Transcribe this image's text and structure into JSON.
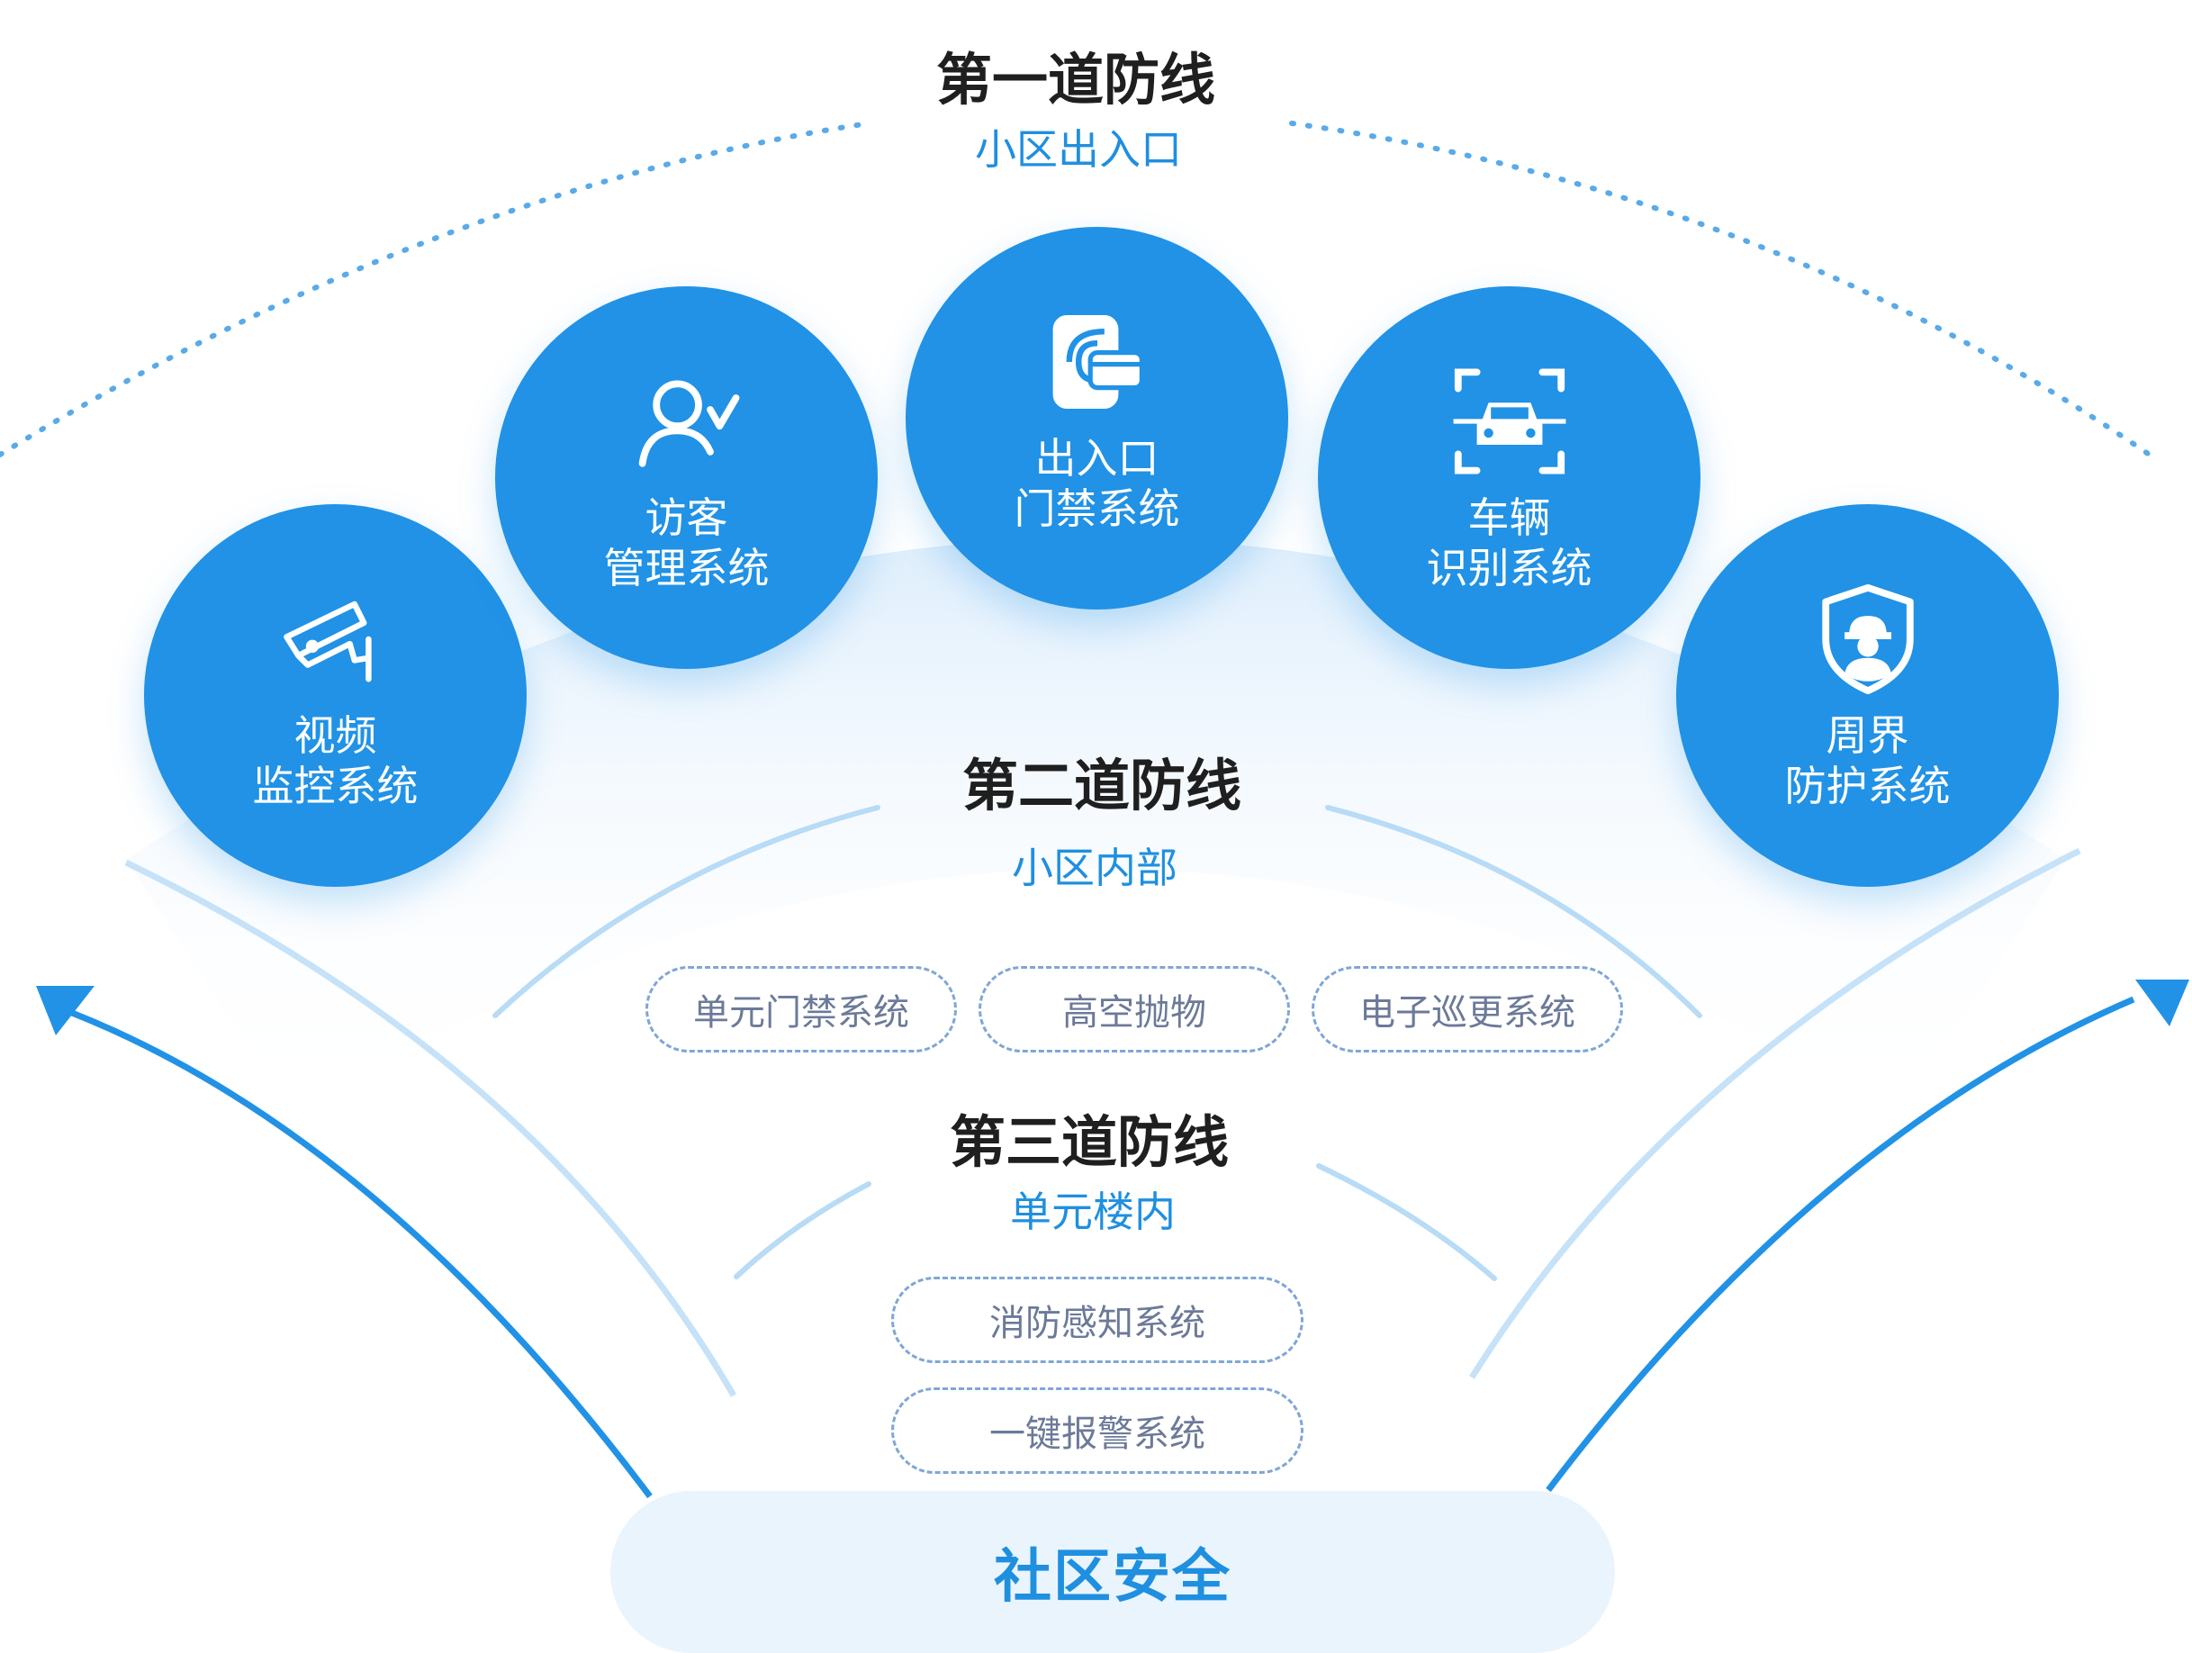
{
  "colors": {
    "primary": "#2192e6",
    "dark_text": "#1f1f1f",
    "accent_text": "#1f8fe0",
    "pill_text": "#6c7a99"
  },
  "lines": [
    {
      "title": "第一道防线",
      "subtitle": "小区出入口"
    },
    {
      "title": "第二道防线",
      "subtitle": "小区内部"
    },
    {
      "title": "第三道防线",
      "subtitle": "单元楼内"
    }
  ],
  "systems": [
    {
      "icon": "cctv-camera-icon",
      "line1": "视频",
      "line2": "监控系统"
    },
    {
      "icon": "visitor-check-icon",
      "line1": "访客",
      "line2": "管理系统"
    },
    {
      "icon": "access-card-icon",
      "line1": "出入口",
      "line2": "门禁系统"
    },
    {
      "icon": "car-scan-icon",
      "line1": "车辆",
      "line2": "识别系统"
    },
    {
      "icon": "guard-shield-icon",
      "line1": "周界",
      "line2": "防护系统"
    }
  ],
  "inner_systems": [
    "单元门禁系统",
    "高空抛物",
    "电子巡更系统"
  ],
  "building_systems": [
    "消防感知系统",
    "一键报警系统"
  ],
  "base_label": "社区安全"
}
